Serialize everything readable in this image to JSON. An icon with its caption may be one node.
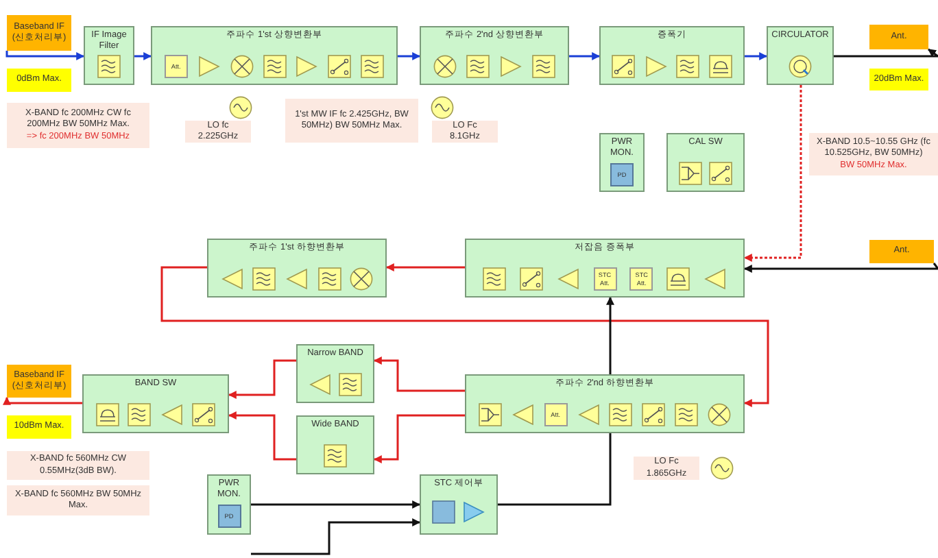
{
  "diagram": {
    "nodes": [
      {
        "text": [
          "Baseband IF (신호처리부)"
        ]
      },
      {
        "text": [
          "0dBm Max."
        ]
      },
      {
        "text": [
          "IF Image Filter"
        ]
      },
      {
        "text": [
          "주파수 1'st 상향변환부"
        ]
      },
      {
        "text": [
          "Att."
        ],
        "in": 3
      },
      {
        "text": [
          "주파수 2'nd 상향변환부"
        ]
      },
      {
        "text": [
          "증폭기"
        ]
      },
      {
        "text": [
          "CIRCULATOR"
        ]
      },
      {
        "text": [
          "Ant."
        ]
      },
      {
        "text": [
          "20dBm Max."
        ]
      },
      {
        "text": [
          "X-BAND fc 200MHz CW fc 200MHz BW 50MHz Max.",
          "=> fc 200MHz BW 50MHz"
        ]
      },
      {
        "text": [
          "LO fc 2.225GHz"
        ]
      },
      {
        "text": [
          "1'st MW IF fc 2.425GHz, BW 50MHz) BW 50MHz Max."
        ]
      },
      {
        "text": [
          "LO Fc 8.1GHz"
        ]
      },
      {
        "text": [
          "PWR MON."
        ]
      },
      {
        "text": [
          "PD"
        ],
        "in": 14
      },
      {
        "text": [
          "CAL SW"
        ]
      },
      {
        "text": [
          "X-BAND 10.5~10.55 GHz (fc 10.525GHz, BW 50MHz)",
          "BW 50MHz Max."
        ]
      },
      {
        "text": [
          "주파수 1'st 하향변환부"
        ]
      },
      {
        "text": [
          "저잡음 증폭부"
        ]
      },
      {
        "text": [
          "STC Att."
        ],
        "in": 19
      },
      {
        "text": [
          "STC Att."
        ],
        "in": 19
      },
      {
        "text": [
          "Ant."
        ]
      },
      {
        "text": [
          "Narrow BAND"
        ]
      },
      {
        "text": [
          "Baseband IF (신호처리부)"
        ]
      },
      {
        "text": [
          "BAND SW"
        ]
      },
      {
        "text": [
          "주파수 2'nd 하향변환부"
        ]
      },
      {
        "text": [
          "Att."
        ],
        "in": 26
      },
      {
        "text": [
          "Wide BAND"
        ]
      },
      {
        "text": [
          "10dBm Max."
        ]
      },
      {
        "text": [
          "X-BAND fc 560MHz CW 0.55MHz(3dB BW)."
        ]
      },
      {
        "text": [
          "X-BAND fc 560MHz BW 50MHz Max."
        ]
      },
      {
        "text": [
          "LO Fc 1.865GHz"
        ]
      },
      {
        "text": [
          "PWR MON."
        ]
      },
      {
        "text": [
          "PD"
        ],
        "in": 33
      },
      {
        "text": [
          "STC 제어부"
        ]
      }
    ],
    "edges": [
      {
        "from": 0,
        "to": 2,
        "arrow": "to",
        "color": "#1a3fd6"
      },
      {
        "from": 2,
        "to": 3,
        "arrow": "to",
        "color": "#1a3fd6"
      },
      {
        "from": 3,
        "to": 5,
        "arrow": "to",
        "color": "#1a3fd6"
      },
      {
        "from": 5,
        "to": 6,
        "arrow": "to",
        "color": "#1a3fd6"
      },
      {
        "from": 6,
        "to": 7,
        "arrow": "to",
        "color": "#1a3fd6"
      },
      {
        "from": 7,
        "to": 8,
        "arrow": "to",
        "color": "#111111"
      },
      {
        "from": 7,
        "to": 19,
        "arrow": "to",
        "style": "dashed"
      },
      {
        "from": 22,
        "to": 19,
        "arrow": "to",
        "color": "#111111"
      },
      {
        "from": 19,
        "to": 18,
        "arrow": "to"
      },
      {
        "from": 18,
        "to": 26,
        "arrow": "to"
      },
      {
        "from": 26,
        "to": 23,
        "arrow": "to"
      },
      {
        "from": 26,
        "to": 28,
        "arrow": "to"
      },
      {
        "from": 23,
        "to": 25,
        "arrow": "to"
      },
      {
        "from": 28,
        "to": 25,
        "arrow": "to"
      },
      {
        "from": 25,
        "to": 24,
        "arrow": "to"
      },
      {
        "from": 35,
        "to": 19,
        "arrow": "to",
        "color": "#111111"
      },
      {
        "from": 33,
        "to": 35,
        "arrow": "to",
        "color": "#111111"
      },
      {
        "from": null,
        "to": 35,
        "arrow": "to",
        "color": "#111111"
      }
    ]
  }
}
